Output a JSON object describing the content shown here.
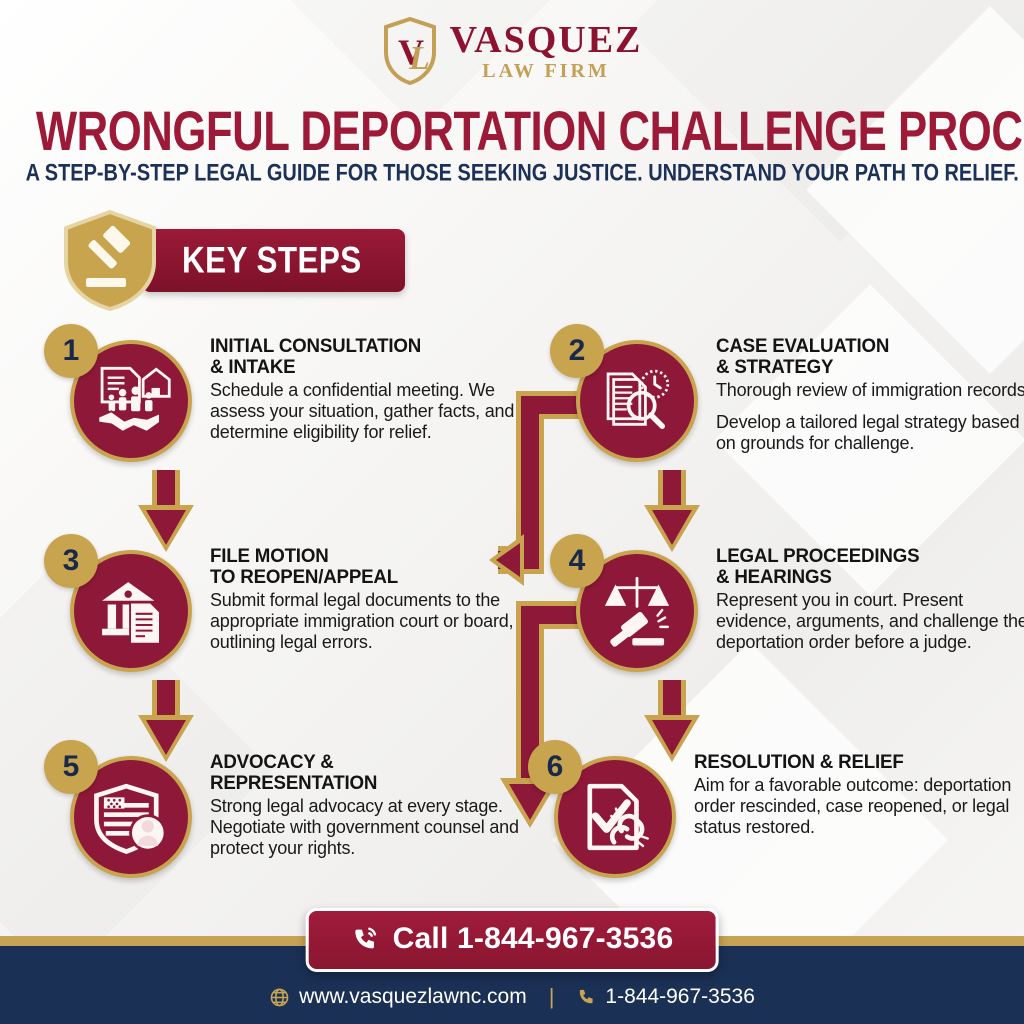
{
  "brand": {
    "logo_shield_icon": "shield-monogram-icon",
    "monogram_v": "V",
    "monogram_l": "L",
    "name": "VASQUEZ",
    "tagline": "LAW FIRM"
  },
  "header": {
    "title": "WRONGFUL DEPORTATION CHALLENGE PROCESS",
    "subtitle": "A STEP-BY-STEP LEGAL GUIDE FOR THOSE SEEKING JUSTICE. UNDERSTAND YOUR PATH TO RELIEF."
  },
  "section": {
    "shield_icon": "shield-gavel-icon",
    "banner_label": "KEY STEPS"
  },
  "steps": [
    {
      "number": "1",
      "icon": "document-family-handshake-icon",
      "title": "INITIAL CONSULTATION\n& INTAKE",
      "body": "Schedule a confidential meeting. We assess your situation, gather facts, and determine eligibility for relief.",
      "body2": ""
    },
    {
      "number": "2",
      "icon": "documents-magnifier-clock-icon",
      "title": "CASE EVALUATION\n& STRATEGY",
      "body": "Thorough review of immigration records.",
      "body2": "Develop a tailored legal strategy based on grounds for challenge."
    },
    {
      "number": "3",
      "icon": "courthouse-document-icon",
      "title": "FILE MOTION\nTO REOPEN/APPEAL",
      "body": "Submit formal legal documents to the appropriate immigration court or board, outlining legal errors.",
      "body2": ""
    },
    {
      "number": "4",
      "icon": "scales-gavel-icon",
      "title": "LEGAL PROCEEDINGS\n& HEARINGS",
      "body": "Represent you in court. Present evidence, arguments, and challenge the deportation order before a judge.",
      "body2": ""
    },
    {
      "number": "5",
      "icon": "flag-shield-person-icon",
      "title": "ADVOCACY &\nREPRESENTATION",
      "body": "Strong legal advocacy at every stage. Negotiate with government counsel and protect your rights.",
      "body2": ""
    },
    {
      "number": "6",
      "icon": "document-check-broken-chain-icon",
      "title": "RESOLUTION & RELIEF",
      "body": "Aim for a favorable outcome: deportation order rescinded, case reopened, or legal status restored.",
      "body2": ""
    }
  ],
  "cta": {
    "phone_icon": "phone-ring-icon",
    "label": "Call 1-844-967-3536"
  },
  "footer": {
    "globe_icon": "globe-icon",
    "website": "www.vasquezlawnc.com",
    "divider": "|",
    "phone_icon": "phone-icon",
    "phone": "1-844-967-3536"
  },
  "colors": {
    "maroon": "#8e1838",
    "crimson": "#9c1a38",
    "gold": "#c9a44e",
    "navy": "#1b3055",
    "background": "#f4f3f1",
    "white": "#ffffff"
  }
}
